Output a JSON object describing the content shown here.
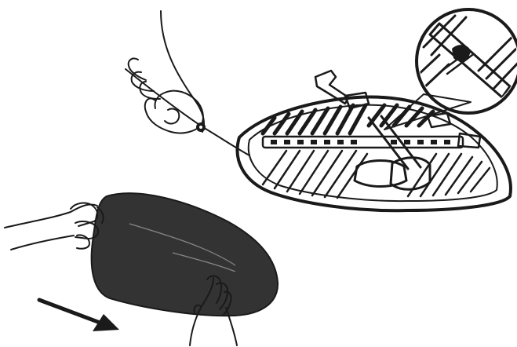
{
  "figure": {
    "steps": [
      {
        "step": "remove-cover",
        "direction": "right"
      },
      {
        "step": "tie-drawstring",
        "tool": "drawstring-cord"
      }
    ],
    "detail_inset": {
      "shows": "cord-clip-under-board"
    },
    "colors": {
      "ink": "#1a1a1a",
      "cover": "#333333",
      "background": "#ffffff"
    },
    "icons": [
      "arrow-right-icon",
      "magnifier-callout-icon"
    ]
  }
}
